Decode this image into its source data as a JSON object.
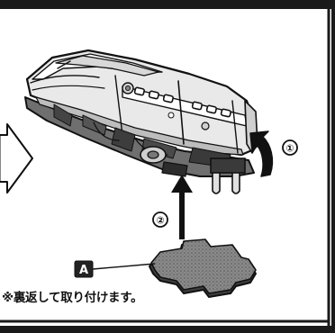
{
  "instruction_note": "※裏返して取り付けます。",
  "callouts": {
    "step_one": "①",
    "step_two": "②",
    "part_label": "A"
  },
  "colors": {
    "line": "#111111",
    "border_dark": "#1a1a1a",
    "body_light": "#e9e9e9",
    "body_shade": "#bdbdbd",
    "body_dark": "#6f6f6f",
    "part_gray": "#8a8a8a",
    "part_dots": "#555555",
    "badge": "#222222",
    "badge_text": "#ffffff"
  }
}
